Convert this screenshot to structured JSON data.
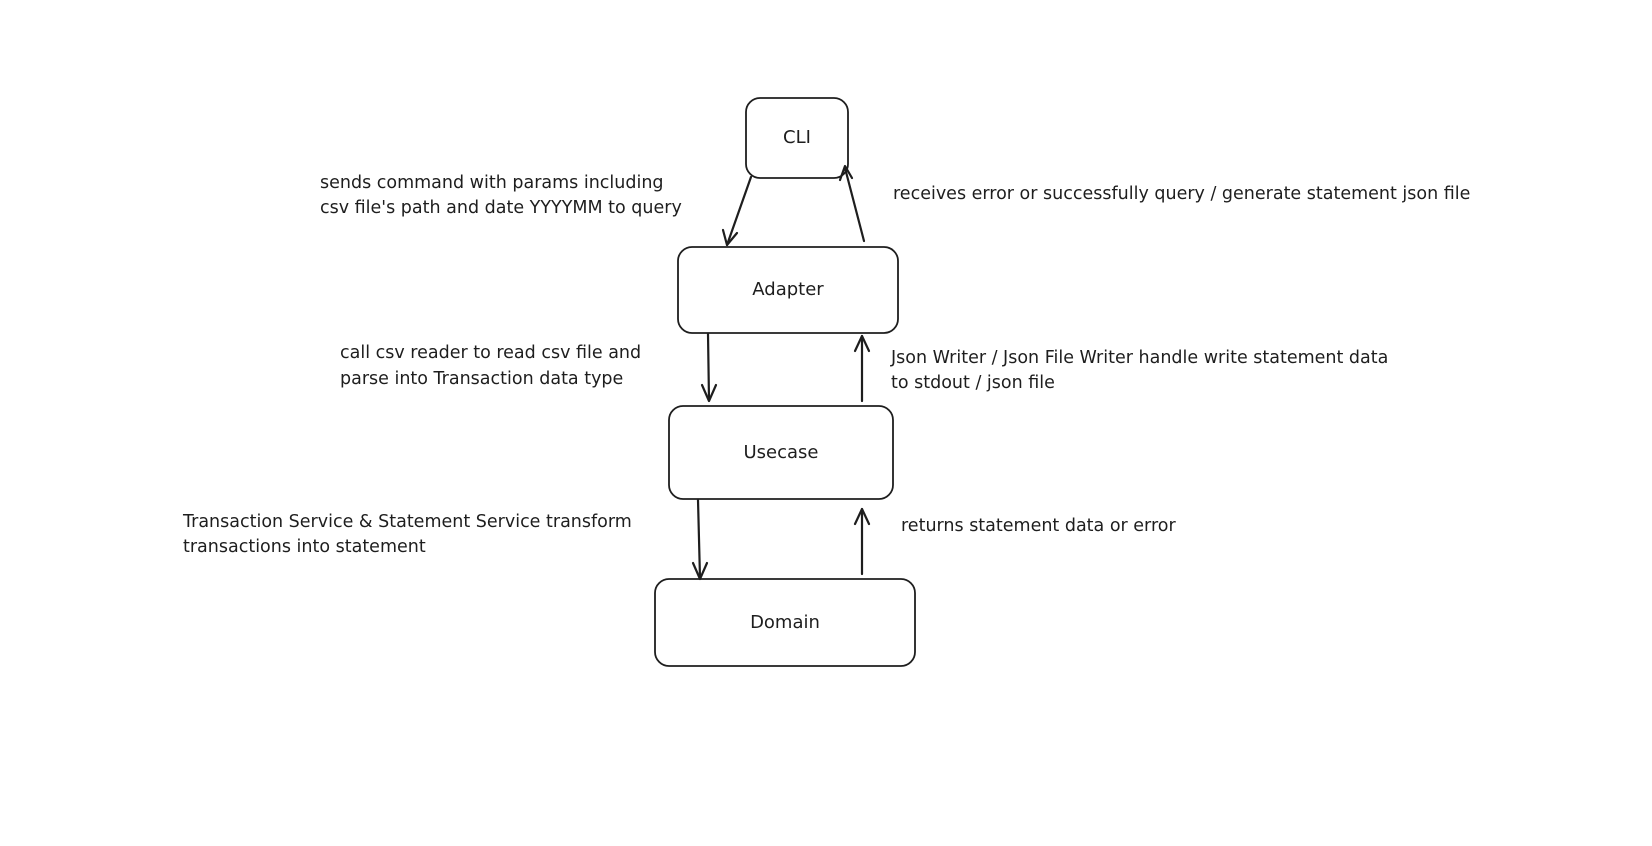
{
  "diagram": {
    "nodes": {
      "cli": "CLI",
      "adapter": "Adapter",
      "usecase": "Usecase",
      "domain": "Domain"
    },
    "notes": {
      "cli_to_adapter": [
        "sends command with params including",
        "csv file's path and date YYYYMM to query"
      ],
      "adapter_to_cli": [
        "receives error or successfully query / generate statement json file"
      ],
      "adapter_to_usecase": [
        "call csv reader to read csv file and",
        "parse into Transaction data type"
      ],
      "usecase_to_adapter": [
        "Json Writer / Json File Writer handle write statement data",
        "to stdout / json file"
      ],
      "usecase_to_domain": [
        "Transaction Service & Statement Service transform",
        "transactions into statement"
      ],
      "domain_to_usecase": [
        "returns statement data or error"
      ]
    },
    "edges": [
      {
        "from": "CLI",
        "to": "Adapter"
      },
      {
        "from": "Adapter",
        "to": "CLI"
      },
      {
        "from": "Adapter",
        "to": "Usecase"
      },
      {
        "from": "Usecase",
        "to": "Adapter"
      },
      {
        "from": "Usecase",
        "to": "Domain"
      },
      {
        "from": "Domain",
        "to": "Usecase"
      }
    ]
  }
}
